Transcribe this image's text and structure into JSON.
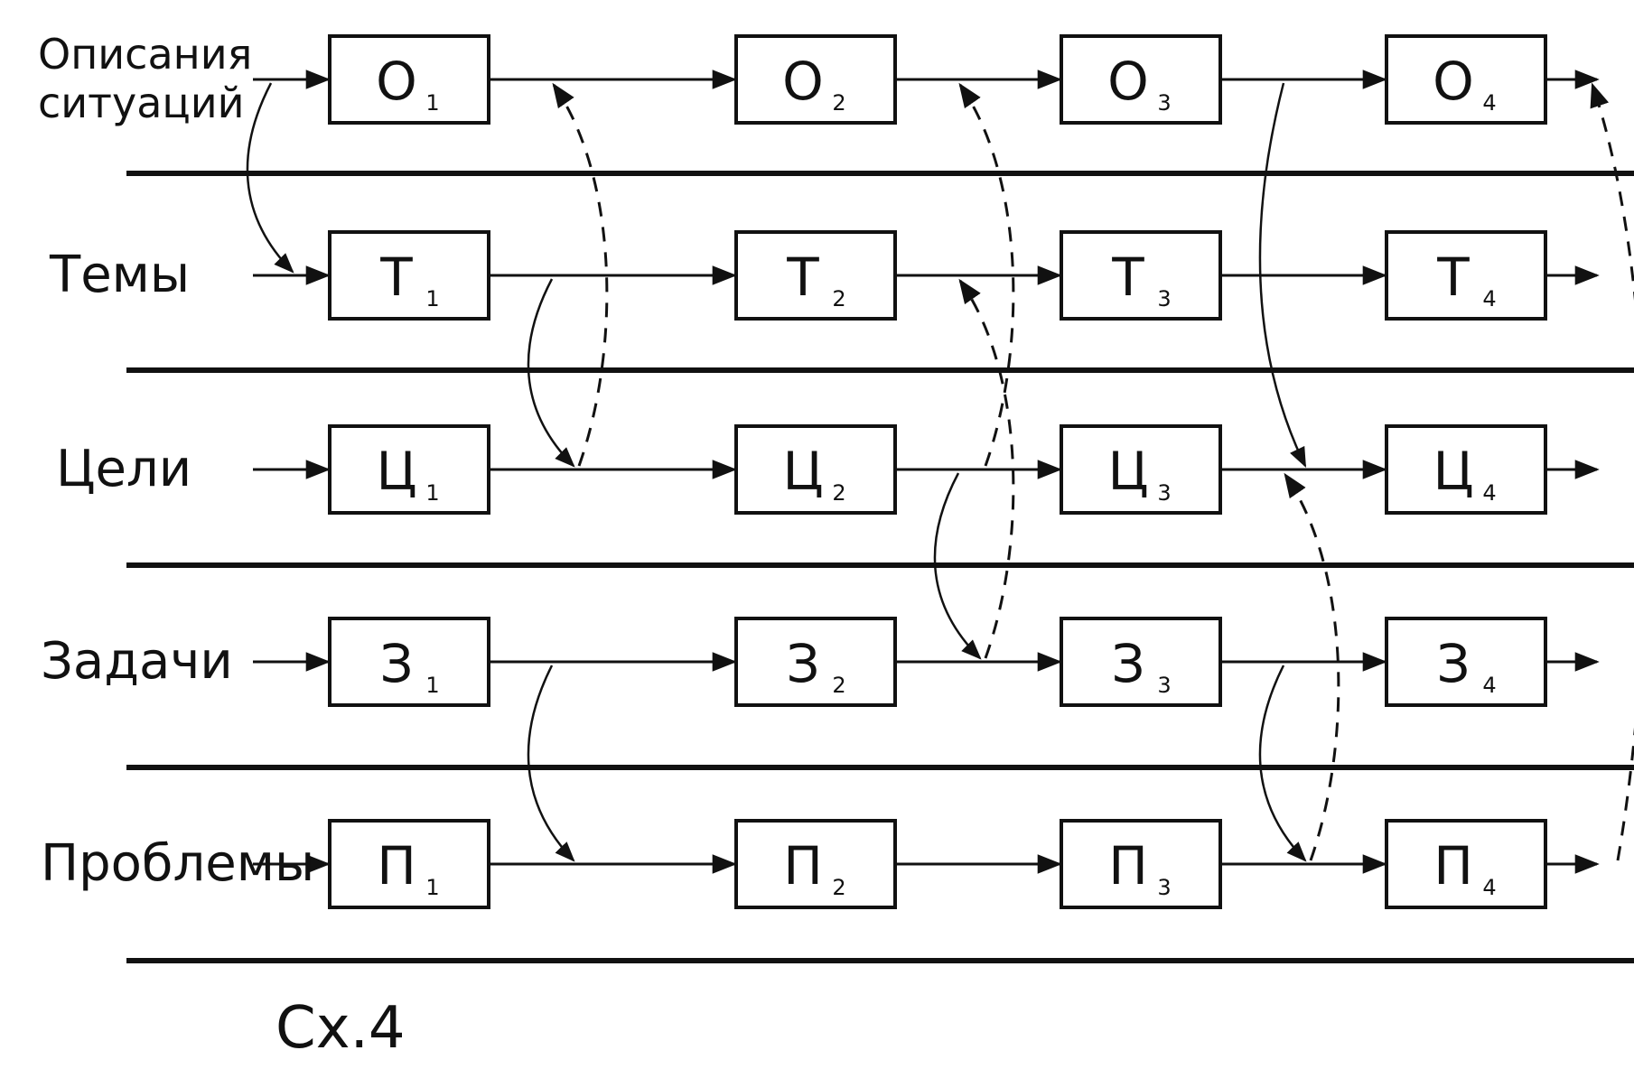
{
  "rows": [
    {
      "id": "O",
      "label_lines": [
        "Описания",
        "ситуаций"
      ],
      "letter": "О"
    },
    {
      "id": "T",
      "label_lines": [
        "Темы"
      ],
      "letter": "Т"
    },
    {
      "id": "C",
      "label_lines": [
        "Цели"
      ],
      "letter": "Ц"
    },
    {
      "id": "Z",
      "label_lines": [
        "Задачи"
      ],
      "letter": "З"
    },
    {
      "id": "P",
      "label_lines": [
        "Проблемы"
      ],
      "letter": "П"
    }
  ],
  "stages": [
    "1",
    "2",
    "3",
    "4"
  ],
  "caption": "Сх.4",
  "colors": {
    "ink": "#111111",
    "background": "#ffffff"
  },
  "links": {
    "solid": [
      {
        "from": "O",
        "to": "T",
        "stage": 0
      },
      {
        "from": "T",
        "to": "C",
        "stage": 1
      },
      {
        "from": "Z",
        "to": "P",
        "stage": 1
      },
      {
        "from": "C",
        "to": "Z",
        "stage": 2
      },
      {
        "from": "O",
        "to": "C",
        "stage": 3
      },
      {
        "from": "Z",
        "to": "P",
        "stage": 3
      }
    ],
    "dashed": [
      {
        "from": "C",
        "to": "O",
        "stage": 1
      },
      {
        "from": "C",
        "to": "O",
        "stage": 2
      },
      {
        "from": "Z",
        "to": "T",
        "stage": 2
      },
      {
        "from": "P",
        "to": "C",
        "stage": 3
      },
      {
        "from": "P",
        "to": "O",
        "stage": 4
      }
    ]
  }
}
